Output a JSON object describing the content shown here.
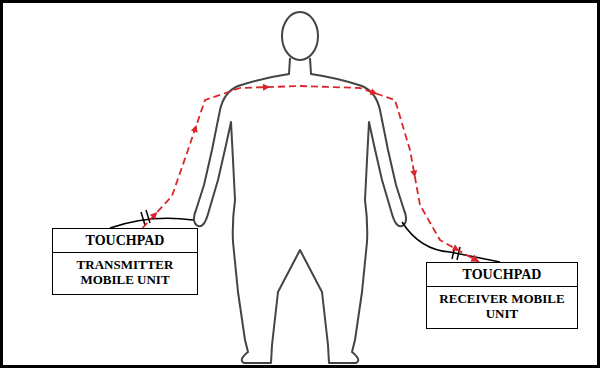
{
  "diagram": {
    "nodes": [
      {
        "text": [
          "TOUCHPAD",
          "TRANSMITTER MOBILE UNIT"
        ]
      },
      {
        "text": [
          "TOUCHPAD",
          "RECEIVER MOBILE UNIT"
        ]
      }
    ],
    "edges": [
      {
        "from": 0,
        "to": 1,
        "arrow": "to"
      }
    ]
  }
}
